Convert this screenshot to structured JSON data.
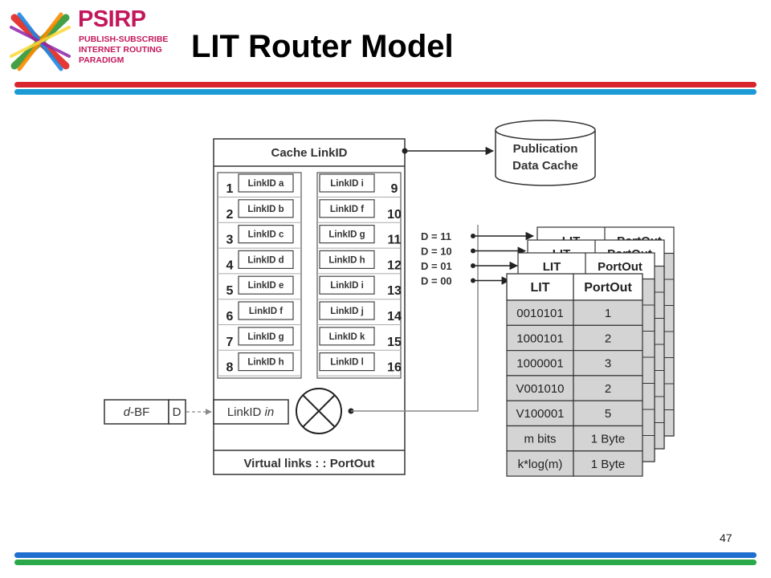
{
  "header": {
    "logo_title": "PSIRP",
    "logo_lines": [
      "PUBLISH-SUBSCRIBE",
      "INTERNET ROUTING",
      "PARADIGM"
    ],
    "slide_title": "LIT Router Model"
  },
  "colors": {
    "title_bar_red": "#d9262e",
    "title_bar_blue": "#1b9ad6",
    "footer_bar_blue": "#1e6fcf",
    "footer_bar_green": "#2aa84a",
    "logo_pink": "#c2185b",
    "table_grey": "#d4d4d4",
    "stroke": "#333333"
  },
  "diagram": {
    "cache_header": "Cache LinkID",
    "left_column": {
      "numbers": [
        "1",
        "2",
        "3",
        "4",
        "5",
        "6",
        "7",
        "8"
      ],
      "labels": [
        "LinkID a",
        "LinkID b",
        "LinkID c",
        "LinkID d",
        "LinkID e",
        "LinkID f",
        "LinkID g",
        "LinkID h"
      ]
    },
    "right_column": {
      "numbers": [
        "9",
        "10",
        "11",
        "12",
        "13",
        "14",
        "15",
        "16"
      ],
      "labels": [
        "LinkID i",
        "LinkID f",
        "LinkID g",
        "LinkID h",
        "LinkID i",
        "LinkID j",
        "LinkID k",
        "LinkID l"
      ]
    },
    "publication_cache": [
      "Publication",
      "Data Cache"
    ],
    "input_label_italic": "d",
    "input_label_rest": "-BF",
    "input_d": "D",
    "linkid_in_prefix": "LinkID ",
    "linkid_in_suffix": "in",
    "virtual_links": "Virtual links : : PortOut",
    "d_labels": [
      "D = 11",
      "D = 10",
      "D = 01",
      "D = 00"
    ],
    "back_table_headers": [
      "LIT",
      "PortOut"
    ],
    "table": {
      "headers": [
        "LIT",
        "PortOut"
      ],
      "rows": [
        [
          "0010101",
          "1"
        ],
        [
          "1000101",
          "2"
        ],
        [
          "1000001",
          "3"
        ],
        [
          "V001010",
          "2"
        ],
        [
          "V100001",
          "5"
        ],
        [
          "m bits",
          "1 Byte"
        ],
        [
          "k*log(m)",
          "1 Byte"
        ]
      ]
    }
  },
  "page_number": "47"
}
